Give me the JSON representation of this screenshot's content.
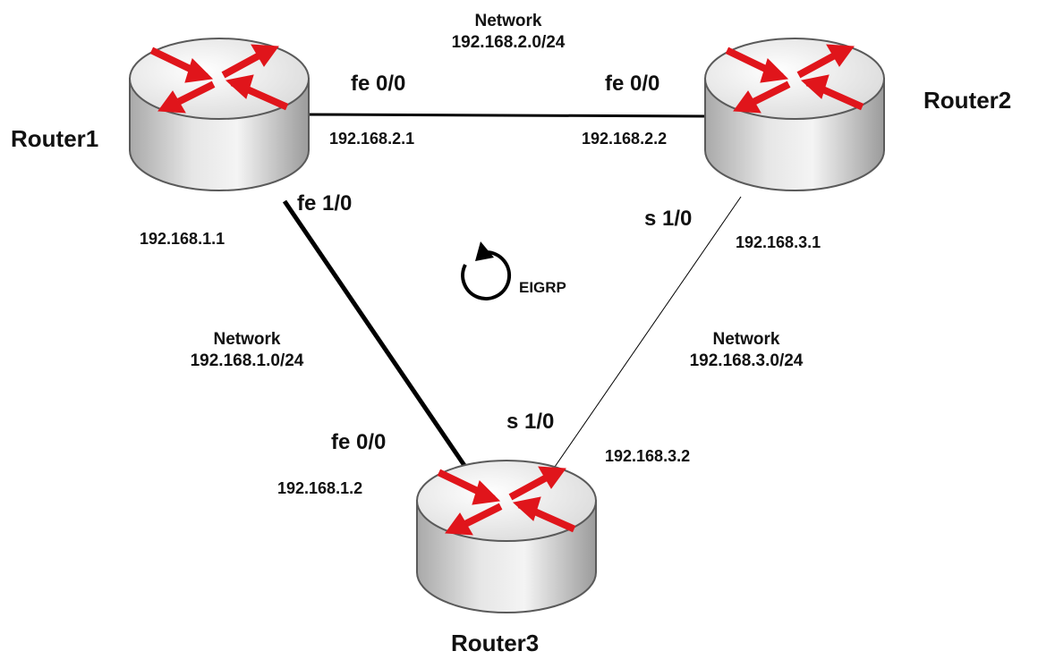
{
  "routers": [
    {
      "id": "r1",
      "name": "Router1"
    },
    {
      "id": "r2",
      "name": "Router2"
    },
    {
      "id": "r3",
      "name": "Router3"
    }
  ],
  "links": [
    {
      "id": "r1-r2",
      "from": "r1",
      "to": "r2",
      "style": "thin-medium"
    },
    {
      "id": "r1-r3",
      "from": "r1",
      "to": "r3",
      "style": "thick"
    },
    {
      "id": "r2-r3",
      "from": "r2",
      "to": "r3",
      "style": "thin"
    }
  ],
  "interfaces": {
    "r1_fe00": "fe 0/0",
    "r2_fe00": "fe 0/0",
    "r1_fe10": "fe 1/0",
    "r2_s10": "s 1/0",
    "r3_fe00": "fe 0/0",
    "r3_s10": "s 1/0"
  },
  "ips": {
    "r1_fe00": "192.168.2.1",
    "r2_fe00": "192.168.2.2",
    "r1_fe10": "192.168.1.1",
    "r2_s10": "192.168.3.1",
    "r3_fe00": "192.168.1.2",
    "r3_s10": "192.168.3.2"
  },
  "networks": {
    "net2": {
      "label": "Network",
      "cidr": "192.168.2.0/24"
    },
    "net1": {
      "label": "Network",
      "cidr": "192.168.1.0/24"
    },
    "net3": {
      "label": "Network",
      "cidr": "192.168.3.0/24"
    }
  },
  "protocol": {
    "label": "EIGRP"
  },
  "colors": {
    "arrow_red": "#e0151b",
    "router_body": "#d9d9d9",
    "router_top": "#ededed",
    "outline": "#555555",
    "link": "#000000"
  }
}
